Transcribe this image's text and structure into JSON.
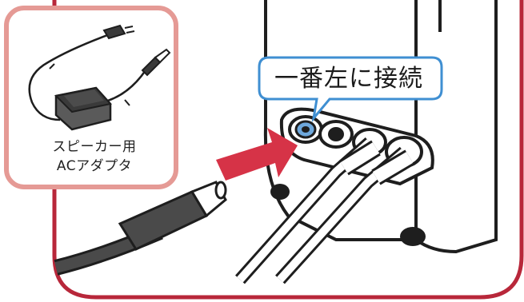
{
  "inset": {
    "line1": "スピーカー用",
    "line2": "ACアダプタ"
  },
  "callout": {
    "text": "一番左に接続"
  },
  "colors": {
    "frame": "#b8273a",
    "inset_border": "#e59a95",
    "callout_border": "#3f8fd2",
    "arrow": "#d63347",
    "ink": "#1e1e1e",
    "jack_ring_highlight": "#6ea8dc"
  },
  "icons": [
    "ac-adapter-icon",
    "dc-plug-icon",
    "speaker-jack-icon",
    "insert-arrow-icon"
  ]
}
